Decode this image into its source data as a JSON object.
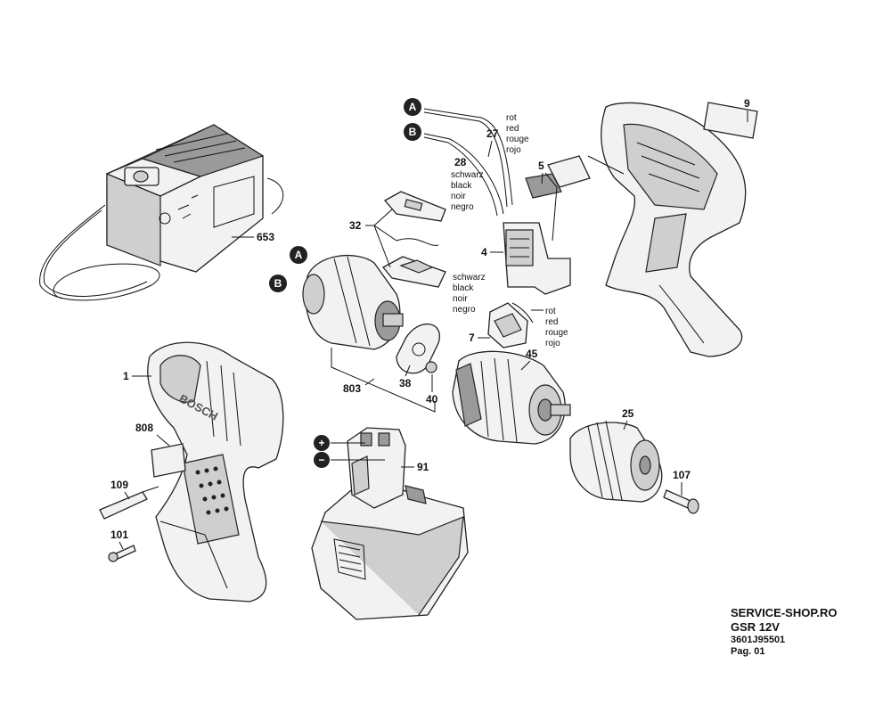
{
  "markers": {
    "a": "A",
    "b": "B",
    "plus": "+",
    "minus": "−"
  },
  "parts": {
    "p1": "1",
    "p4": "4",
    "p5": "5",
    "p7": "7",
    "p9": "9",
    "p25": "25",
    "p27": "27",
    "p28": "28",
    "p32": "32",
    "p38": "38",
    "p40": "40",
    "p45": "45",
    "p91": "91",
    "p101": "101",
    "p107": "107",
    "p109": "109",
    "p653": "653",
    "p803": "803",
    "p808": "808"
  },
  "brand": "BOSCH",
  "wire_colors": {
    "red": [
      "rot",
      "red",
      "rouge",
      "rojo"
    ],
    "black": [
      "schwarz",
      "black",
      "noir",
      "negro"
    ]
  },
  "footer": {
    "shop": "SERVICE-SHOP.RO",
    "model": "GSR 12V",
    "code": "3601J95501",
    "page": "Pag. 01"
  }
}
